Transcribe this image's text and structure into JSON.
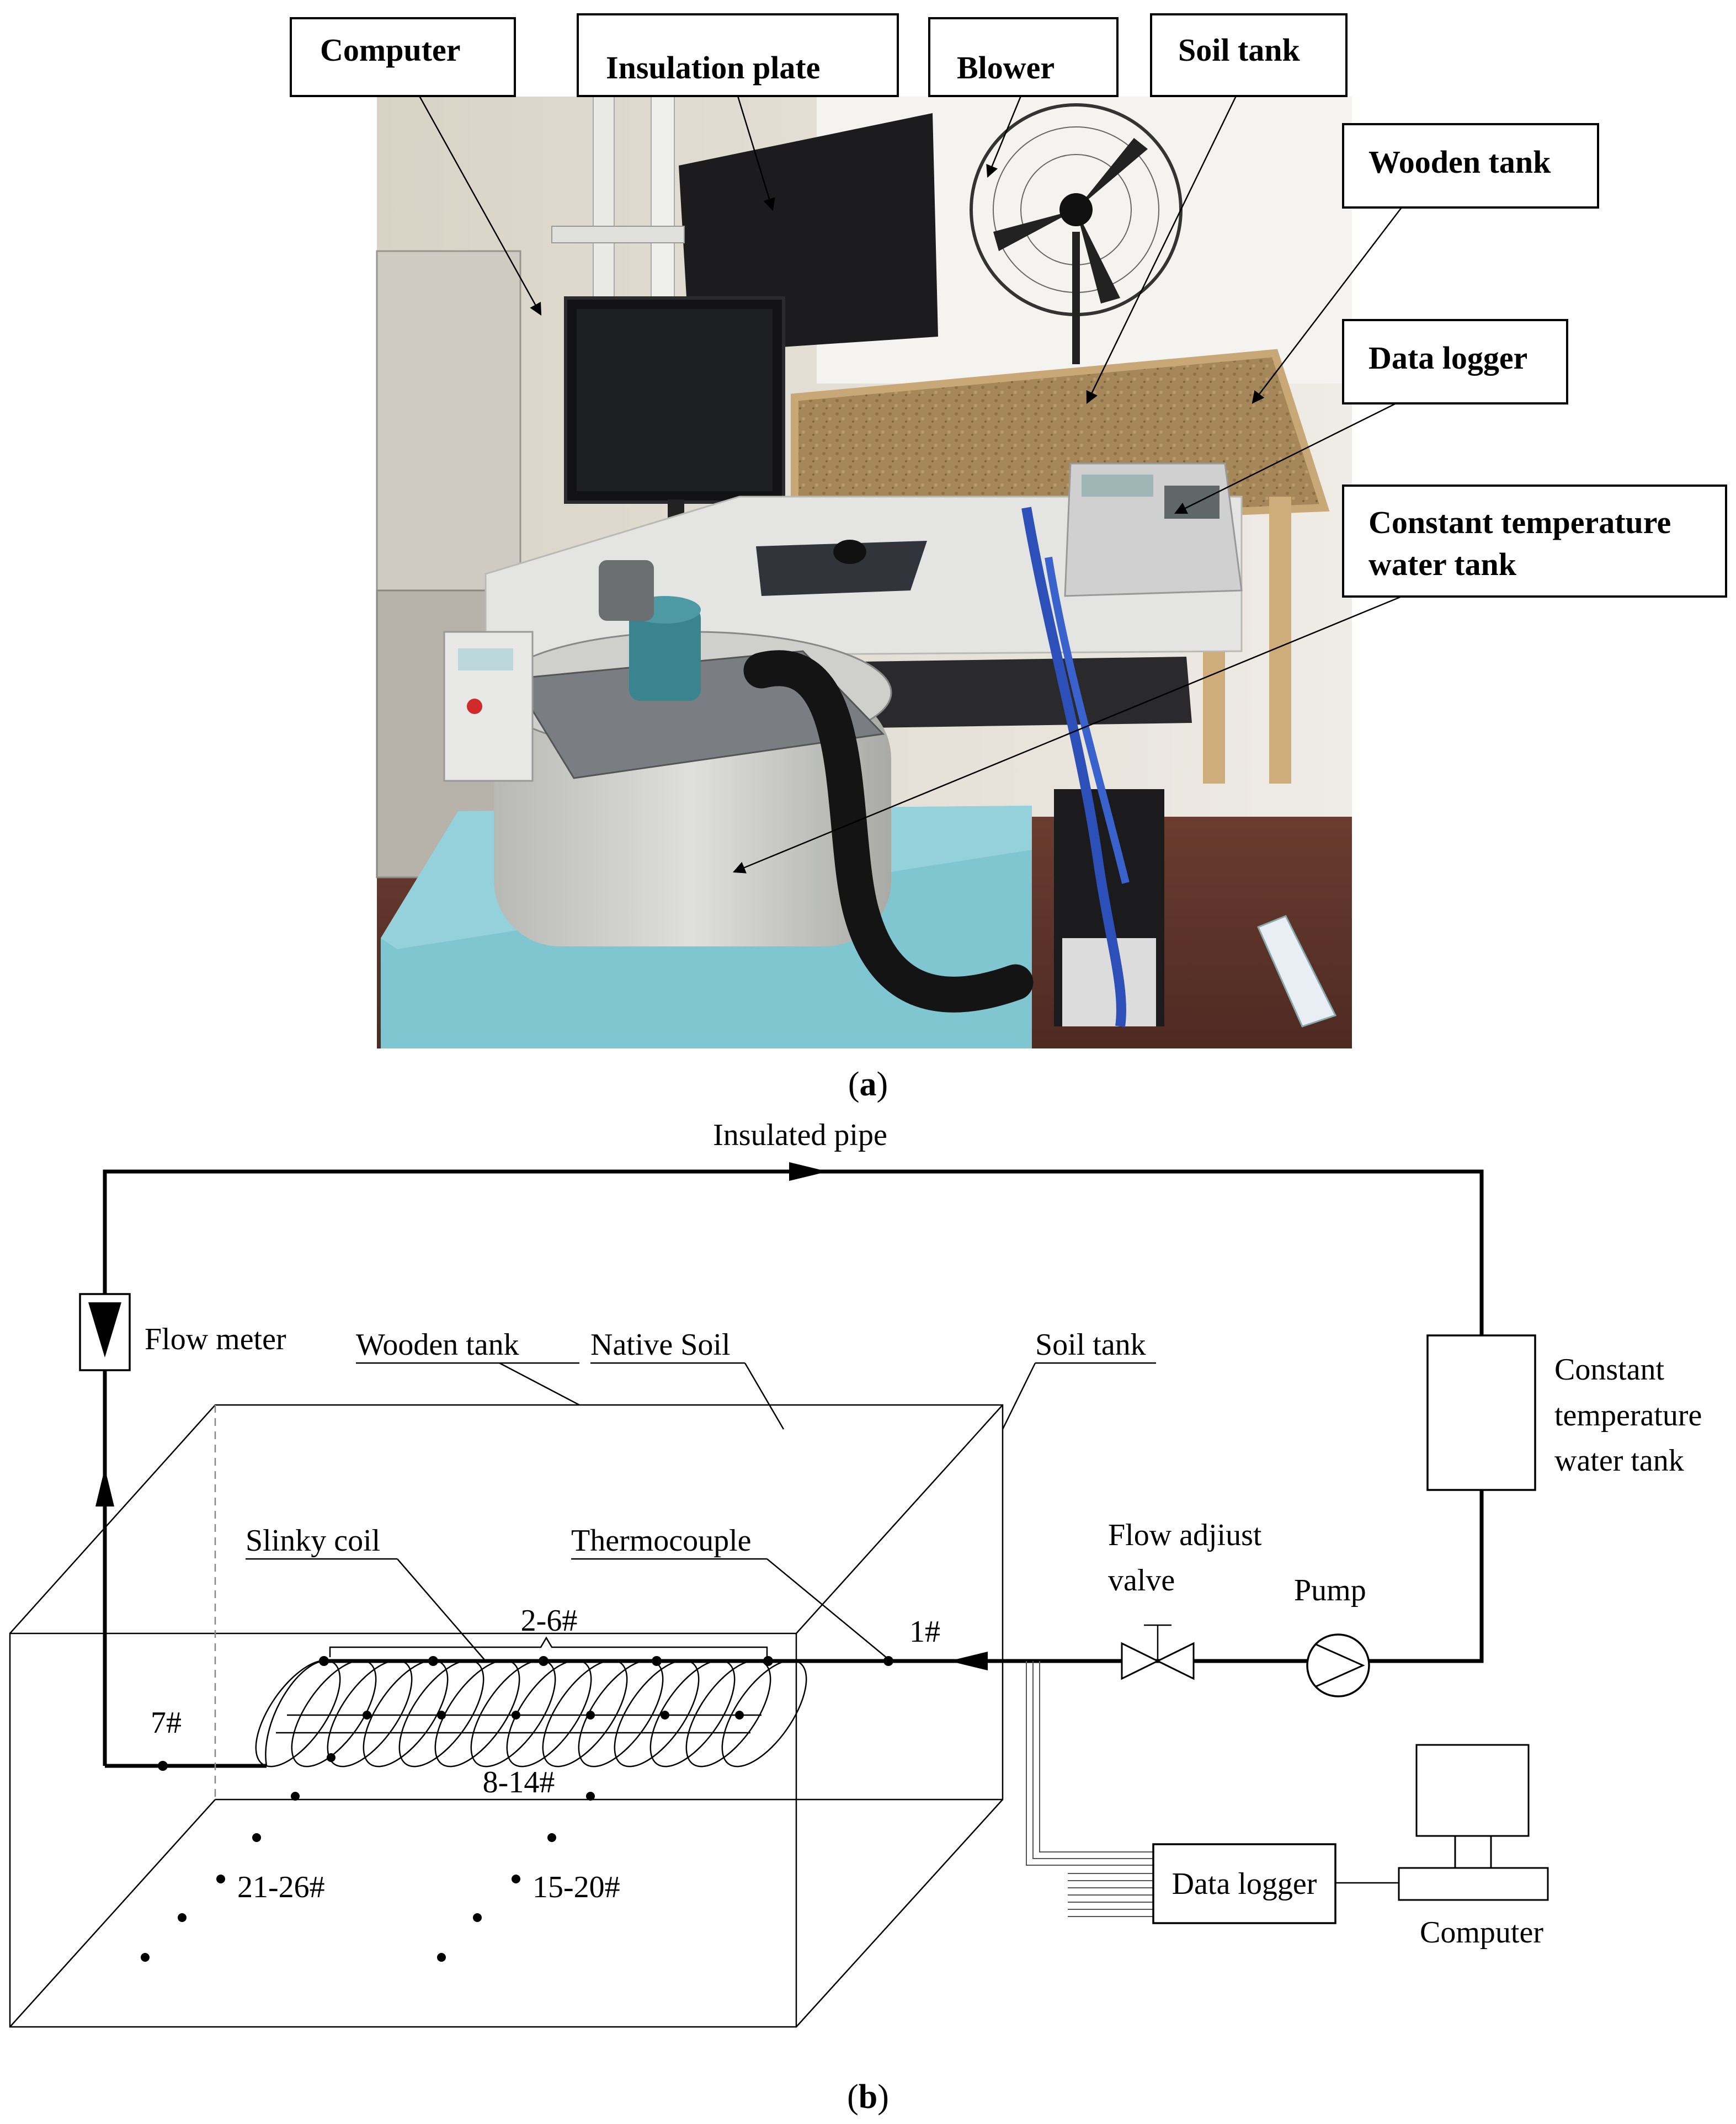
{
  "panel_a": {
    "label_a": "a",
    "callouts": {
      "computer": "Computer",
      "insulation_plate": "Insulation plate",
      "blower": "Blower",
      "soil_tank": "Soil tank",
      "wooden_tank": "Wooden tank",
      "data_logger": "Data logger",
      "water_tank_line1": "Constant temperature",
      "water_tank_line2": "water tank"
    }
  },
  "panel_b": {
    "label_b": "b",
    "insulated_pipe": "Insulated pipe",
    "flow_meter": "Flow meter",
    "wooden_tank": "Wooden tank",
    "native_soil": "Native Soil",
    "soil_tank": "Soil tank",
    "water_tank_line1": "Constant",
    "water_tank_line2": "temperature",
    "water_tank_line3": "water tank",
    "slinky_coil": "Slinky coil",
    "thermocouple": "Thermocouple",
    "flow_valve_line1": "Flow adjiust",
    "flow_valve_line2": "valve",
    "pump": "Pump",
    "data_logger": "Data logger",
    "computer": "Computer",
    "points": {
      "p1": "1#",
      "p2_6": "2-6#",
      "p7": "7#",
      "p8_14": "8-14#",
      "p15_20": "15-20#",
      "p21_26": "21-26#"
    }
  }
}
